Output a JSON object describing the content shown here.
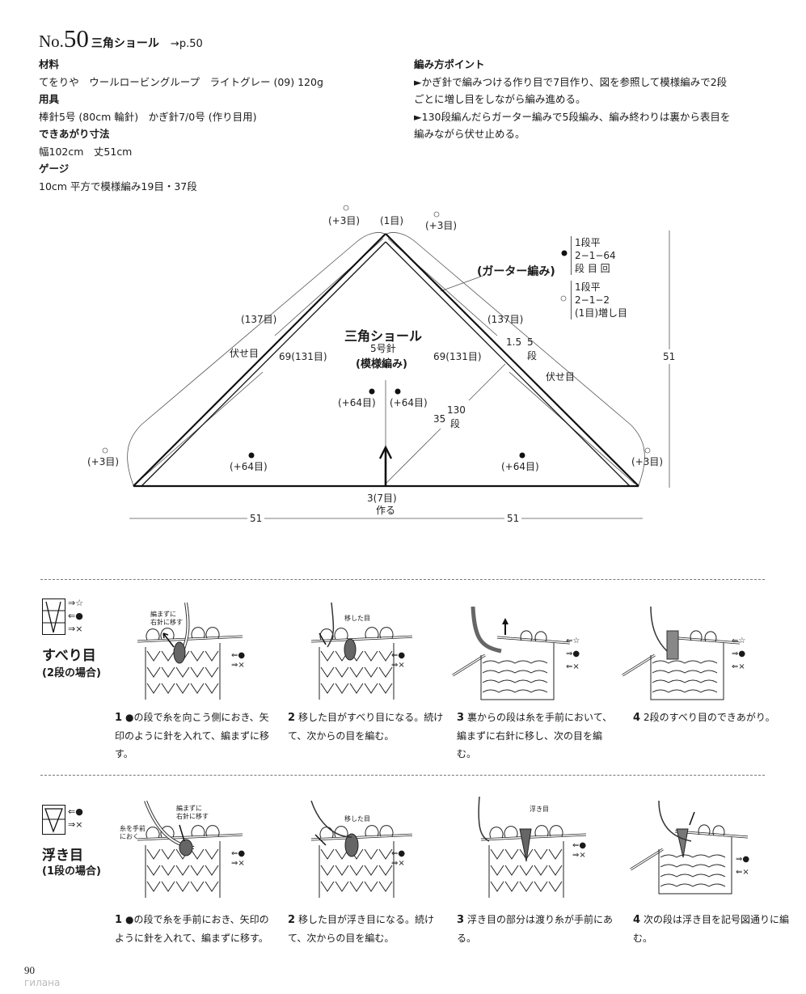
{
  "header": {
    "no": "No.",
    "number": "50",
    "name": "三角ショール",
    "ref": "→p.50"
  },
  "info": {
    "materials_h": "材料",
    "materials": "てをりや　ウールロービングループ　ライトグレー (09)  120g",
    "tools_h": "用具",
    "tools": "棒針5号 (80cm 輪針)　かぎ針7/0号 (作り目用)",
    "size_h": "できあがり寸法",
    "size": "幅102cm　丈51cm",
    "gauge_h": "ゲージ",
    "gauge": "10cm 平方で模様編み19目・37段"
  },
  "points": {
    "h": "編み方ポイント",
    "lines": [
      "►かぎ針で編みつける作り目で7目作り、図を参照して模様編みで2段",
      "ごとに増し目をしながら編み進める。",
      "►130段編んだらガーター編みで5段編み、編み終わりは裏から表目を",
      "編みながら伏せ止める。"
    ]
  },
  "diagram": {
    "apex_left": "(+3目)",
    "apex": "(1目)",
    "apex_right": "(+3目)",
    "garter": "(ガーター編み)",
    "legend_filled": [
      "1段平",
      "2−1−64",
      "段 目 回"
    ],
    "legend_open": [
      "1段平",
      "2−1−2",
      "(1目)増し目"
    ],
    "left_outer": "(137目)",
    "right_outer": "(137目)",
    "bind_off_left": "伏せ目",
    "bind_off_right": "伏せ目",
    "left_inner": "69(131目)",
    "right_inner": "69(131目)",
    "piece_name": "三角ショール",
    "needle": "5号針",
    "pattern": "(模様編み)",
    "center_left": "(+64目)",
    "center_right": "(+64目)",
    "garter_rows_cm": "1.5",
    "garter_rows": "5",
    "garter_rows_unit": "段",
    "body_cm": "35",
    "body_rows": "130",
    "body_rows_unit": "段",
    "base_left_corner": "(+3目)",
    "base_right_corner": "(+3目)",
    "base_left": "(+64目)",
    "base_right": "(+64目)",
    "cast_on": "3(7目)",
    "cast_on_2": "作る",
    "width_left": "51",
    "width_right": "51",
    "height": "51"
  },
  "slip": {
    "arrows": [
      "⇒☆",
      "⇐●",
      "⇒×"
    ],
    "title": "すべり目",
    "sub": "(2段の場合)",
    "ill1_note": [
      "編まずに",
      "右針に移す"
    ],
    "ill2_note": "移した目",
    "row_marks_a": [
      "⇐●",
      "⇒×"
    ],
    "row_marks_b": [
      "⇐☆",
      "⇒●",
      "⇐×"
    ],
    "steps": [
      {
        "n": "1",
        "text": "●の段で糸を向こう側におき、矢印のように針を入れて、編まずに移す。"
      },
      {
        "n": "2",
        "text": "移した目がすべり目になる。続けて、次からの目を編む。"
      },
      {
        "n": "3",
        "text": "裏からの段は糸を手前において、編まずに右針に移し、次の目を編む。"
      },
      {
        "n": "4",
        "text": "2段のすべり目のできあがり。"
      }
    ]
  },
  "float": {
    "arrows": [
      "⇐●",
      "⇒×"
    ],
    "title": "浮き目",
    "sub": "(1段の場合)",
    "ill1_note": [
      "編まずに",
      "右針に移す"
    ],
    "ill1_note2": [
      "糸を手前",
      "におく"
    ],
    "ill2_note": "移した目",
    "ill3_note": "浮き目",
    "row_marks_a": [
      "⇐●",
      "⇒×"
    ],
    "row_marks_b": [
      "⇒●",
      "⇐×"
    ],
    "steps": [
      {
        "n": "1",
        "text": "●の段で糸を手前におき、矢印のように針を入れて、編まずに移す。"
      },
      {
        "n": "2",
        "text": "移した目が浮き目になる。続けて、次からの目を編む。"
      },
      {
        "n": "3",
        "text": "浮き目の部分は渡り糸が手前にある。"
      },
      {
        "n": "4",
        "text": "次の段は浮き目を記号図通りに編む。"
      }
    ]
  },
  "footer": {
    "page": "90",
    "watermark": "гилана"
  }
}
